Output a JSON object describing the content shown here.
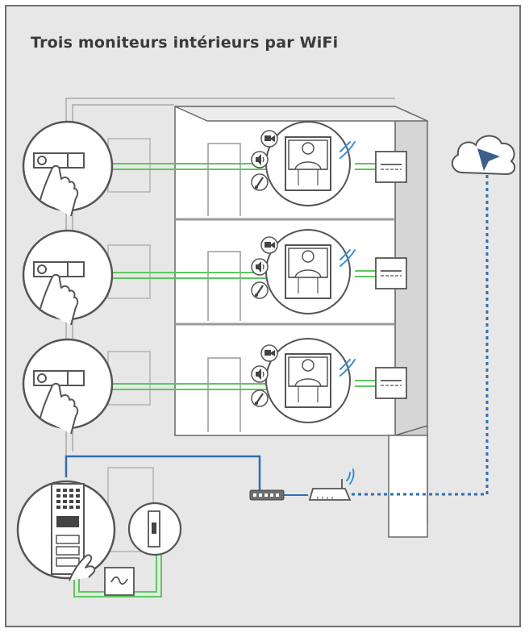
{
  "title": "Trois moniteurs intérieurs par WiFi",
  "colors": {
    "background": "#e7e7e7",
    "frame": "#6f6f6f",
    "outline": "#555555",
    "house_fill": "#ffffff",
    "wire_green": "#5cc85c",
    "wire_blue": "#2f6fb0",
    "dotted_blue": "#2f6fb0",
    "wifi_blue": "#3a8fd0",
    "cloud_icon": "#3a5f8a"
  },
  "floors": [
    {
      "button_panel": "doorbell-button-panel",
      "monitor": "video-monitor",
      "icons": [
        "camera-icon",
        "speaker-icon",
        "key-icon"
      ],
      "wifi": "wifi-icon",
      "outlet": "power-outlet"
    },
    {
      "button_panel": "doorbell-button-panel",
      "monitor": "video-monitor",
      "icons": [
        "camera-icon",
        "speaker-icon",
        "key-icon"
      ],
      "wifi": "wifi-icon",
      "outlet": "power-outlet"
    },
    {
      "button_panel": "doorbell-button-panel",
      "monitor": "video-monitor",
      "icons": [
        "camera-icon",
        "speaker-icon",
        "key-icon"
      ],
      "wifi": "wifi-icon",
      "outlet": "power-outlet"
    }
  ],
  "network": {
    "switch": "network-switch",
    "router": "wifi-router",
    "cloud": "cloud-icon"
  },
  "outdoor": {
    "station": "outdoor-door-station",
    "lock": "electric-lock",
    "power": "power-supply"
  }
}
